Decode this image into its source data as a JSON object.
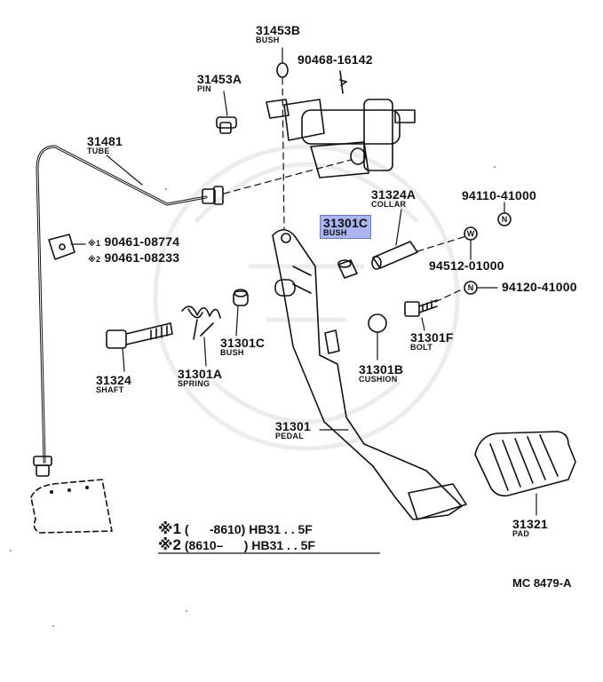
{
  "parts": [
    {
      "id": "p31453B",
      "number": "31453B",
      "name": "BUSH"
    },
    {
      "id": "p90468",
      "number": "90468-16142",
      "name": ""
    },
    {
      "id": "p31453A",
      "number": "31453A",
      "name": "PIN"
    },
    {
      "id": "p31481",
      "number": "31481",
      "name": "TUBE"
    },
    {
      "id": "p31324A",
      "number": "31324A",
      "name": "COLLAR"
    },
    {
      "id": "p94110",
      "number": "94110-41000",
      "name": ""
    },
    {
      "id": "p31301C_hl",
      "number": "31301C",
      "name": "BUSH",
      "highlighted": true
    },
    {
      "id": "p94512",
      "number": "94512-01000",
      "name": ""
    },
    {
      "id": "p94120",
      "number": "94120-41000",
      "name": ""
    },
    {
      "id": "p31301F",
      "number": "31301F",
      "name": "BOLT"
    },
    {
      "id": "p31301C",
      "number": "31301C",
      "name": "BUSH"
    },
    {
      "id": "p31324",
      "number": "31324",
      "name": "SHAFT"
    },
    {
      "id": "p31301A",
      "number": "31301A",
      "name": "SPRING"
    },
    {
      "id": "p31301B",
      "number": "31301B",
      "name": "CUSHION"
    },
    {
      "id": "p31301",
      "number": "31301",
      "name": "PEDAL"
    },
    {
      "id": "p31321",
      "number": "31321",
      "name": "PAD"
    }
  ],
  "variant_parts": [
    {
      "mark": "※1",
      "number": "90461-08774"
    },
    {
      "mark": "※2",
      "number": "90461-08233"
    }
  ],
  "applicability_notes": [
    {
      "mark": "※1",
      "text": "(      -8610) HB31 . . 5F"
    },
    {
      "mark": "※2",
      "text": "(8610–      ) HB31 . . 5F"
    }
  ],
  "markers": {
    "nut": "N",
    "washer": "W"
  },
  "diagram_code": "MC 8479-A",
  "colors": {
    "highlight": "#aab6ee",
    "line": "#111111",
    "watermark": "#ececec"
  }
}
